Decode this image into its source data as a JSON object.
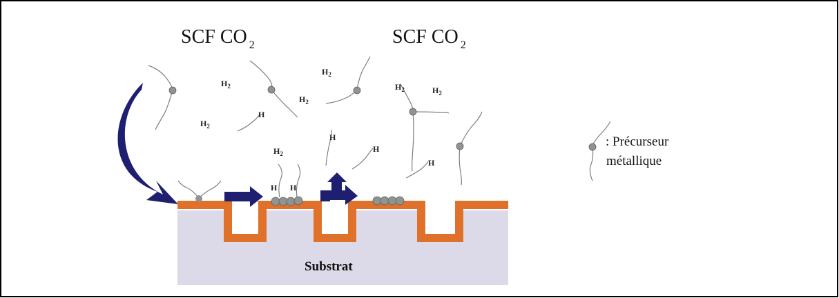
{
  "labels": {
    "scf_left": "SCF CO",
    "scf_left_sub": "2",
    "scf_right": "SCF CO",
    "scf_right_sub": "2",
    "h2": "H",
    "h2_sub": "2",
    "h": "H",
    "substrat": "Substrat"
  },
  "legend": {
    "line1": ": Précurseur",
    "line2": "métallique"
  },
  "colors": {
    "substrate": "#dcdae8",
    "film": "#e0712a",
    "arrow": "#1e1f70",
    "particle": "#8f9490"
  }
}
